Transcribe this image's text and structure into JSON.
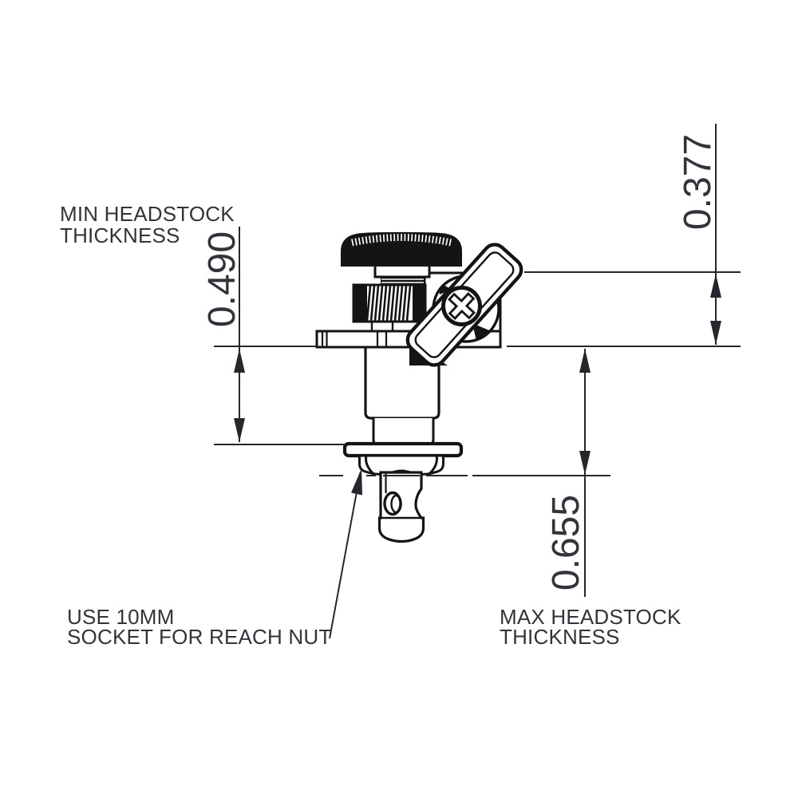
{
  "diagram": {
    "subject": "guitar-tuner-machine-head-mounting-drawing",
    "background": "#ffffff",
    "line_color": "#141414",
    "dimension_color": "#26262c",
    "text_color": "#33333b",
    "labels": {
      "min_headstock_line1": "MIN HEADSTOCK",
      "min_headstock_line2": "THICKNESS",
      "max_headstock_line1": "MAX HEADSTOCK",
      "max_headstock_line2": "THICKNESS",
      "socket_note_line1": "USE 10MM",
      "socket_note_line2": "SOCKET FOR REACH NUT"
    },
    "dimensions": {
      "min_headstock_thickness": "0.490",
      "bushing_height_above_headstock": "0.377",
      "max_headstock_thickness": "0.655"
    }
  }
}
